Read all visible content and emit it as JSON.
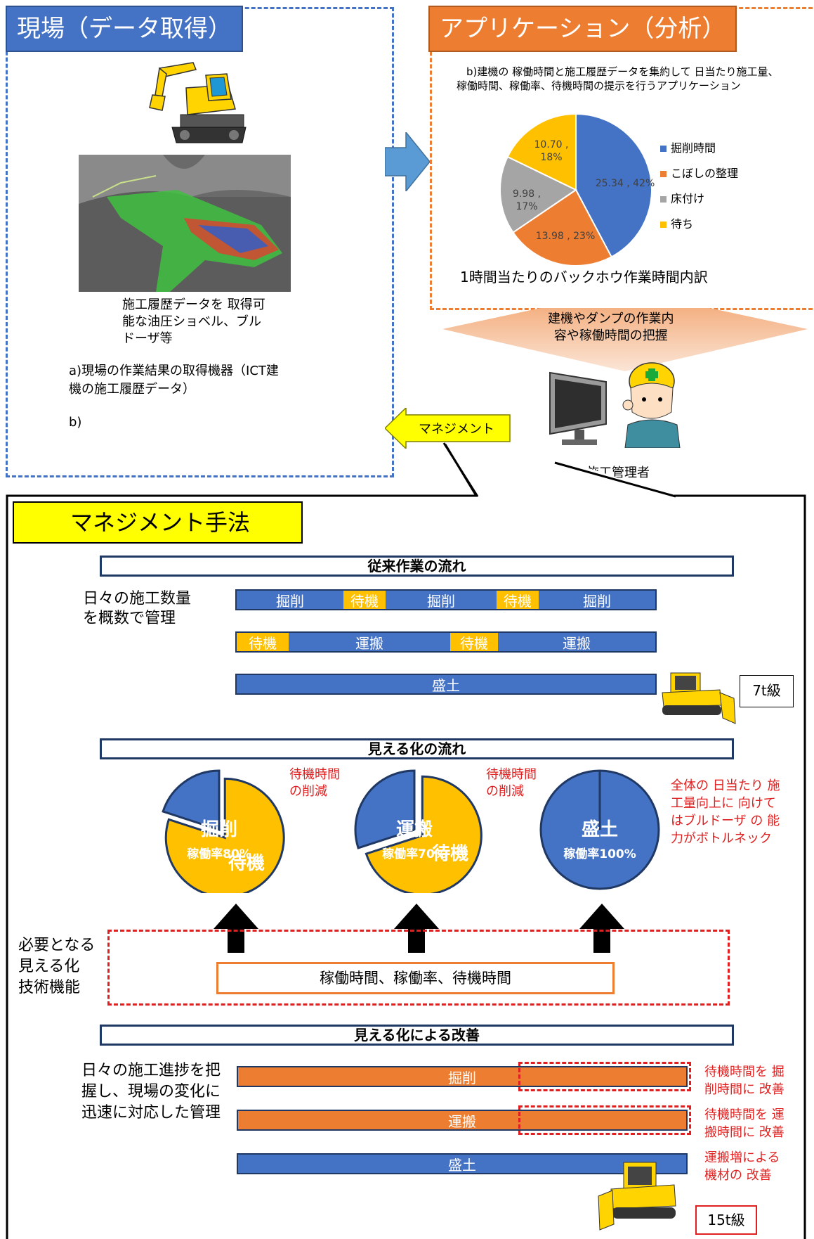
{
  "top_left": {
    "title": "現場（データ取得）",
    "caption_lines": [
      "施工履歴データを 取得可",
      "能な油圧ショベル、ブル",
      "ドーザ等"
    ],
    "item_a_lines": [
      "a)現場の作業結果の取得機器（ICT建",
      "機の施工履歴データ）"
    ],
    "item_b": "b)"
  },
  "top_right": {
    "title": "アプリケーション（分析）",
    "desc_lines": [
      "b)建機の 稼働時間と施工履歴データを集約して 日当たり施工量、",
      "稼働時間、稼働率、待機時間の提示を行うアプリケーション"
    ],
    "pie_caption": "1時間当たりのバックホウ作業時間内訳"
  },
  "chart_data": {
    "type": "pie",
    "categories": [
      "掘削時間",
      "こぼしの整理",
      "床付け",
      "待ち"
    ],
    "values": [
      25.34,
      13.98,
      9.98,
      10.7
    ],
    "percents": [
      42,
      23,
      17,
      18
    ],
    "data_labels": [
      "25.34 , 42%",
      "13.98 , 23%",
      "9.98 ,\n17%",
      "10.70 ,\n18%"
    ],
    "colors": [
      "#4472c4",
      "#ed7d31",
      "#a5a5a5",
      "#ffc000"
    ],
    "legend_position": "right"
  },
  "funnel": {
    "lines": [
      "建機やダンプの作業内",
      "容や稼働時間の把握"
    ]
  },
  "manager_label": "施工管理者",
  "management_arrow_label": "マネジメント",
  "bottom": {
    "title": "マネジメント手法",
    "sec1_title": "従来作業の流れ",
    "left_note1_lines": [
      "日々の施工数量",
      "を概数で管理"
    ],
    "row1": [
      "掘削",
      "待機",
      "掘削",
      "待機",
      "掘削"
    ],
    "row2": [
      "待機",
      "運搬",
      "待機",
      "運搬"
    ],
    "row3": "盛土",
    "class_7t": "7t級",
    "sec2_title": "見える化の流れ",
    "pies": [
      {
        "name": "掘削",
        "rate": "稼働率80%",
        "wait": "待機",
        "note_lines": [
          "待機時間",
          "の削減"
        ],
        "ratio": 0.8
      },
      {
        "name": "運搬",
        "rate": "稼働率70%",
        "wait": "待機",
        "note_lines": [
          "待機時間",
          "の削減"
        ],
        "ratio": 0.7
      },
      {
        "name": "盛土",
        "rate": "稼働率100%",
        "ratio": 1.0
      }
    ],
    "bottleneck_lines": [
      "全体の 日当たり 施",
      "工量向上に 向けて",
      "はブルドーザ の 能",
      "力がボトルネック"
    ],
    "required_lines": [
      "必要となる",
      "見える化",
      "技術機能"
    ],
    "required_box": "稼働時間、稼働率、待機時間",
    "sec3_title": "見える化による改善",
    "left_note2_lines": [
      "日々の施工進捗を把",
      "握し、現場の変化に",
      "迅速に対応した管理"
    ],
    "improve_rows": [
      "掘削",
      "運搬",
      "盛土"
    ],
    "improve_notes": [
      [
        "待機時間を 掘",
        "削時間に 改善"
      ],
      [
        "待機時間を 運",
        "搬時間に 改善"
      ],
      [
        "運搬増による",
        "機材の 改善"
      ]
    ],
    "class_15t": "15t級"
  }
}
